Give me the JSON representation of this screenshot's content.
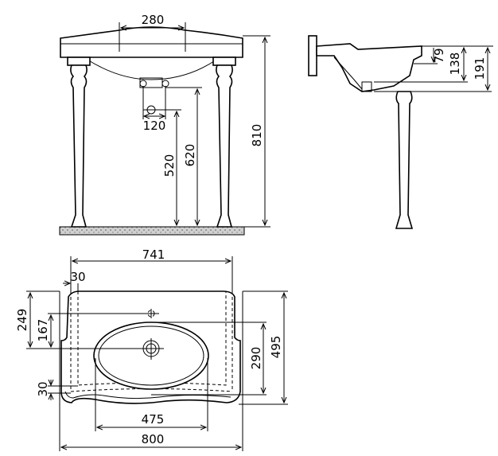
{
  "drawing": {
    "front_view": {
      "dims": {
        "tap_spacing": "280",
        "drain_spacing": "120",
        "drain_height_520": "520",
        "drain_height_620": "620",
        "total_height": "810"
      }
    },
    "side_view": {
      "dims": {
        "d79": "79",
        "d138": "138",
        "d191": "191"
      }
    },
    "top_view": {
      "dims": {
        "inner_width": "741",
        "offset_top": "30",
        "d249": "249",
        "d167": "167",
        "bowl_depth": "290",
        "total_depth": "495",
        "offset_bottom": "30",
        "bowl_width": "475",
        "total_width": "800"
      }
    }
  },
  "colors": {
    "line": "#000000",
    "floor": "#bdbdbd"
  }
}
